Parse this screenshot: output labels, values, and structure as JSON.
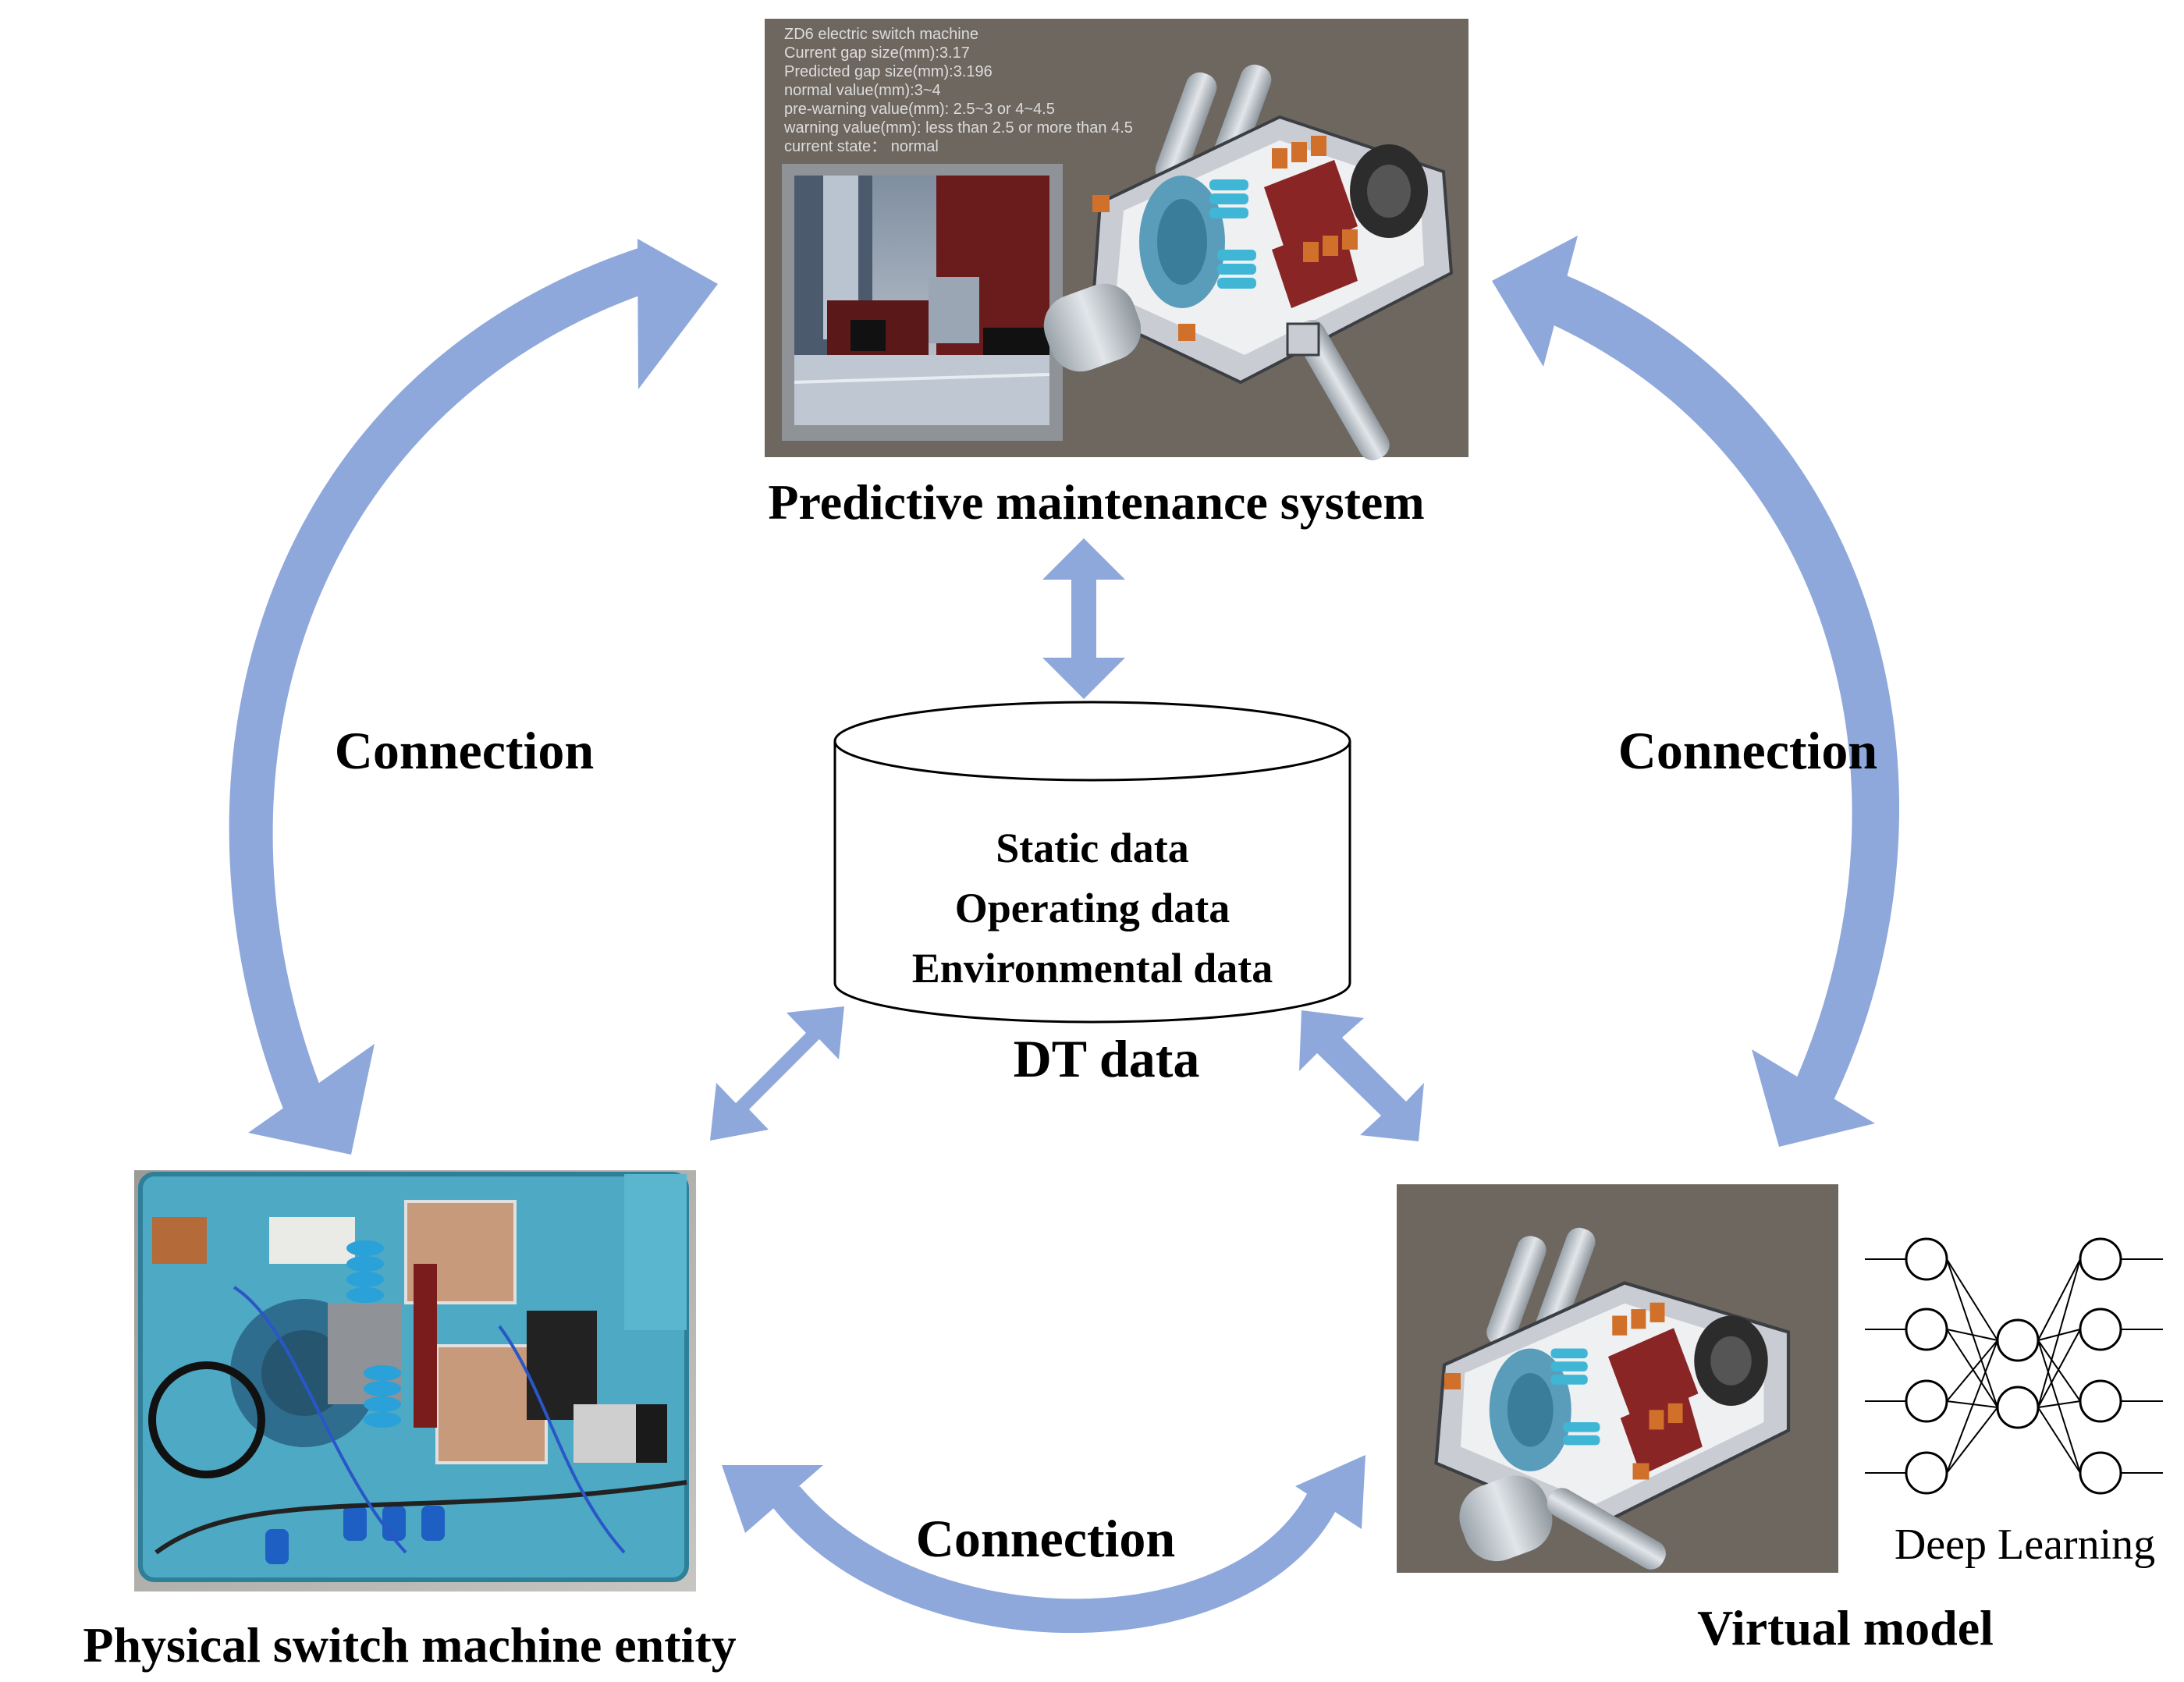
{
  "colors": {
    "arrow": "#8fa8dc",
    "panel_bg": "#6e6760",
    "machine_teal": "#5aaec8",
    "machine_red": "#8a2525",
    "orange": "#d0702a",
    "cyan_spring": "#3fb6d6"
  },
  "top_panel": {
    "caption": "Predictive maintenance system",
    "hud_lines": [
      "ZD6 electric switch machine",
      "Current gap size(mm):3.17",
      "Predicted gap size(mm):3.196",
      "normal value(mm):3~4",
      "pre-warning value(mm): 2.5~3 or 4~4.5",
      "warning value(mm): less than 2.5 or more than 4.5",
      "current state： normal"
    ]
  },
  "database": {
    "lines": [
      "Static data",
      "Operating data",
      "Environmental data"
    ],
    "caption": "DT data"
  },
  "connections": {
    "left": "Connection",
    "right": "Connection",
    "bottom": "Connection"
  },
  "physical": {
    "caption": "Physical switch machine entity"
  },
  "virtual": {
    "caption": "Virtual model",
    "deep_learning_label": "Deep Learning",
    "network_layers": [
      4,
      2,
      4
    ]
  }
}
